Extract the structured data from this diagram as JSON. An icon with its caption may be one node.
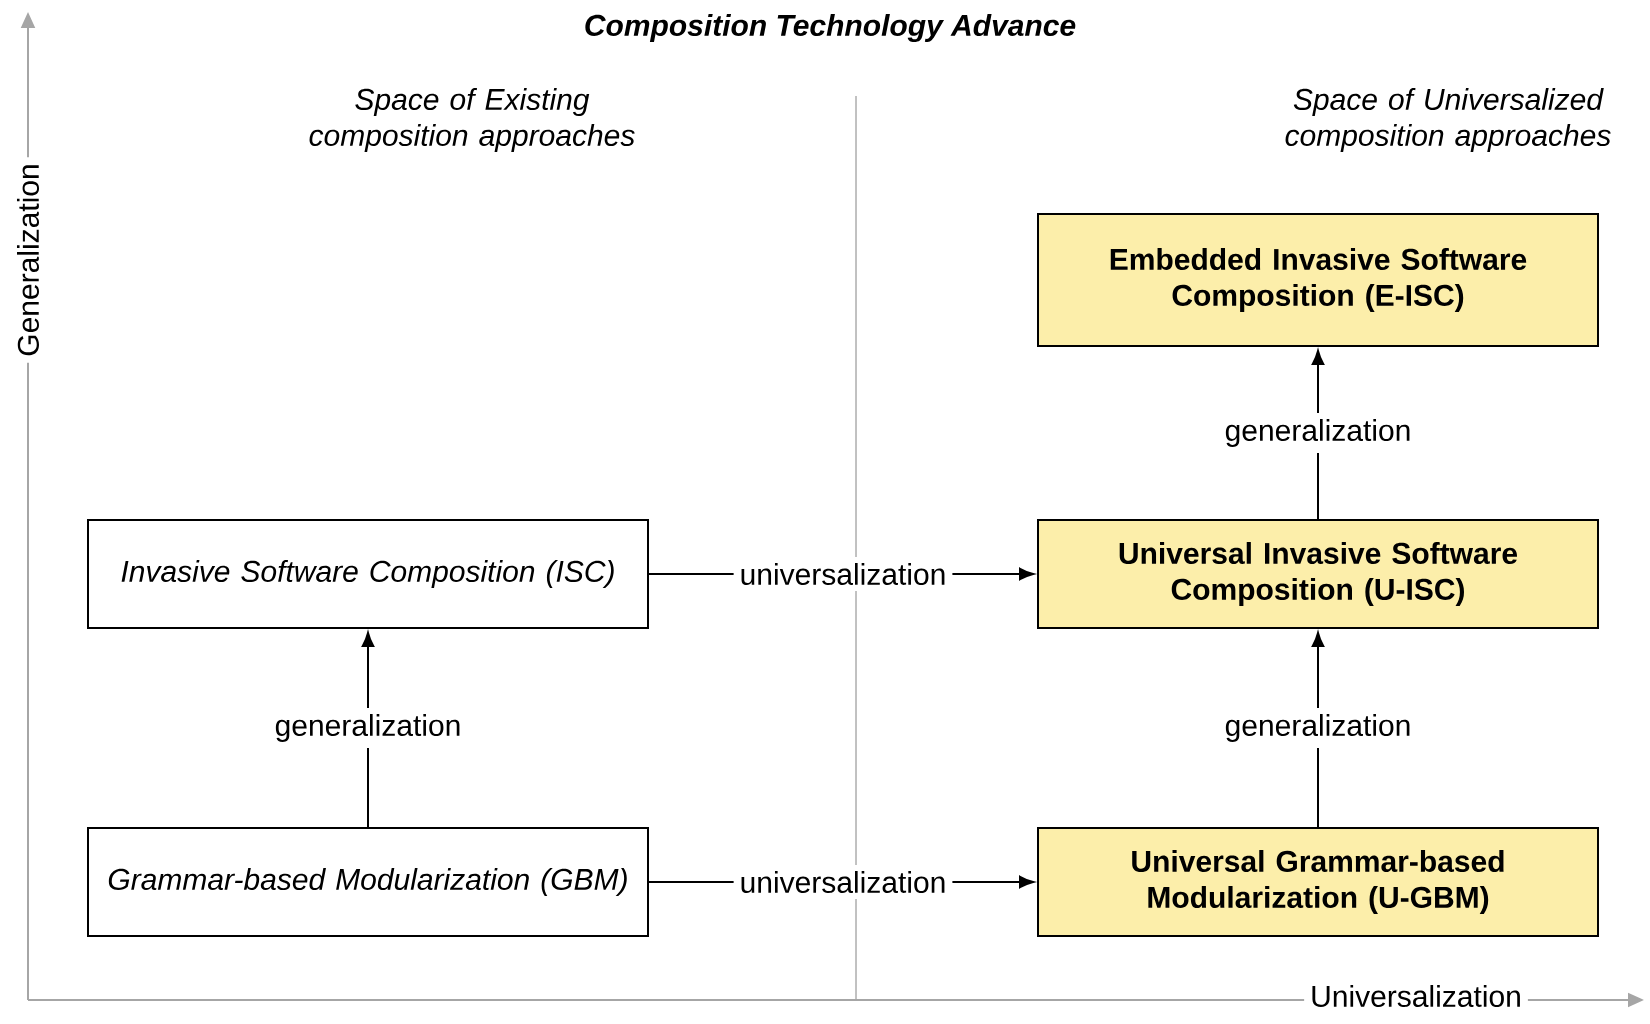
{
  "diagram": {
    "title": "Composition Technology Advance",
    "nodes": [
      {
        "text": [
          "Embedded Invasive Software Composition (E-ISC)"
        ]
      },
      {
        "text": [
          "Invasive Software Composition (ISC)"
        ]
      },
      {
        "text": [
          "Universal Invasive Software Composition (U-ISC)"
        ]
      },
      {
        "text": [
          "Grammar-based Modularization (GBM)"
        ]
      },
      {
        "text": [
          "Universal Grammar-based Modularization (U-GBM)"
        ]
      }
    ],
    "edges": [
      {
        "from": 3,
        "to": 1,
        "arrow": "to",
        "label": "generalization"
      },
      {
        "from": 1,
        "to": 2,
        "arrow": "to",
        "label": "universalization"
      },
      {
        "from": 3,
        "to": 4,
        "arrow": "to",
        "label": "universalization"
      },
      {
        "from": 4,
        "to": 2,
        "arrow": "to",
        "label": "generalization"
      },
      {
        "from": 2,
        "to": 0,
        "arrow": "to",
        "label": "generalization"
      }
    ],
    "labels": [
      "Space of Existing composition approaches",
      "Space of Universalized composition approaches",
      "Generalization",
      "Universalization"
    ]
  }
}
